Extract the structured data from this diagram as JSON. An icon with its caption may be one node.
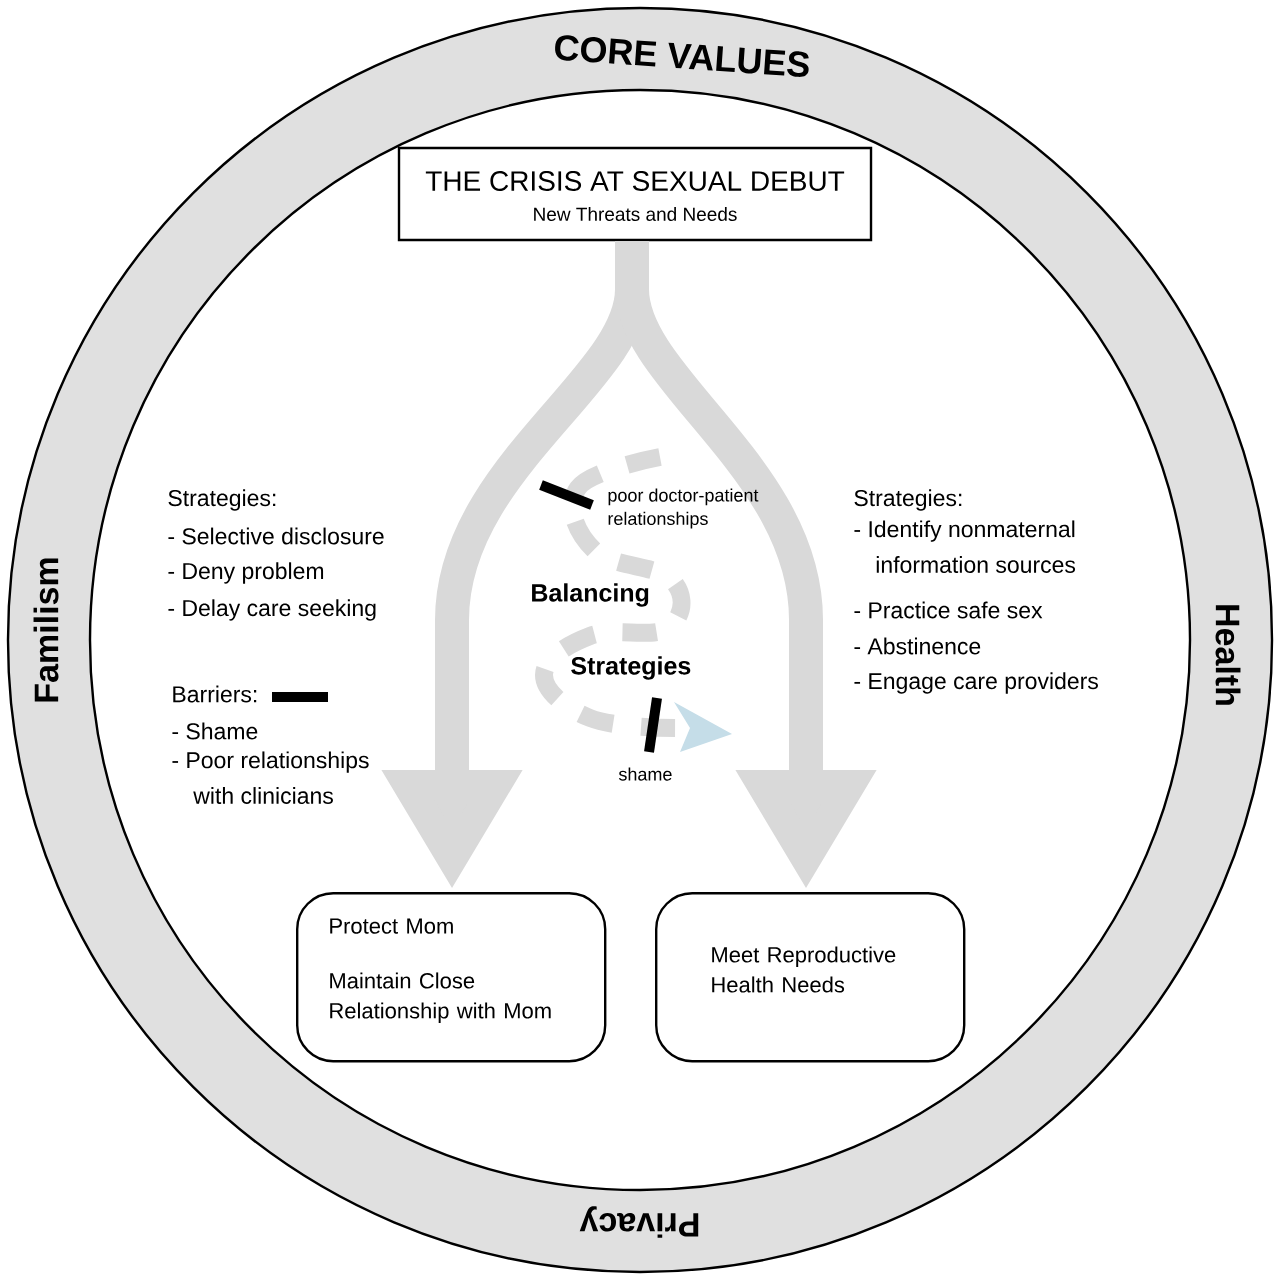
{
  "diagram": {
    "nodes": [
      {
        "text": [
          "CORE VALUES",
          "Familism",
          "Health",
          "Privacy"
        ]
      },
      {
        "text": [
          "THE CRISIS AT SEXUAL DEBUT",
          "New Threats and Needs"
        ],
        "in": 0
      },
      {
        "text": [
          "Protect Mom",
          "Maintain Close Relationship with Mom"
        ],
        "in": 0
      },
      {
        "text": [
          "Meet Reproductive Health Needs"
        ],
        "in": 0
      }
    ],
    "edges": [
      {
        "from": 1,
        "to": 2,
        "arrow": "to"
      },
      {
        "from": 1,
        "to": 3,
        "arrow": "to"
      }
    ],
    "labels": [
      "Strategies:",
      "- Selective disclosure",
      "- Deny problem",
      "- Delay care seeking",
      "poor doctor-patient relationships",
      "Strategies:",
      "- Identify nonmaternal information sources",
      "- Practice safe sex",
      "- Abstinence",
      "- Engage care providers",
      "Balancing",
      "Strategies",
      "Barriers:",
      "- Shame",
      "- Poor relationships with clinicians",
      "shame"
    ]
  }
}
